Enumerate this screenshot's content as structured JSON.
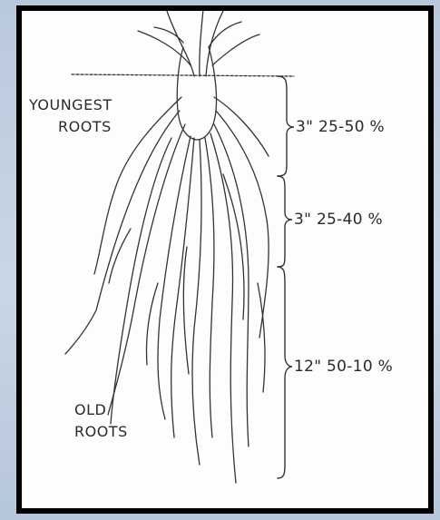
{
  "labels": {
    "youngest_line1": "YOUNGEST",
    "youngest_line2": "ROOTS",
    "old_line1": "OLD",
    "old_line2": "ROOTS"
  },
  "depths": [
    {
      "text": "3\" 25-50 %"
    },
    {
      "text": "3\" 25-40 %"
    },
    {
      "text": "12\" 50-10 %"
    }
  ]
}
